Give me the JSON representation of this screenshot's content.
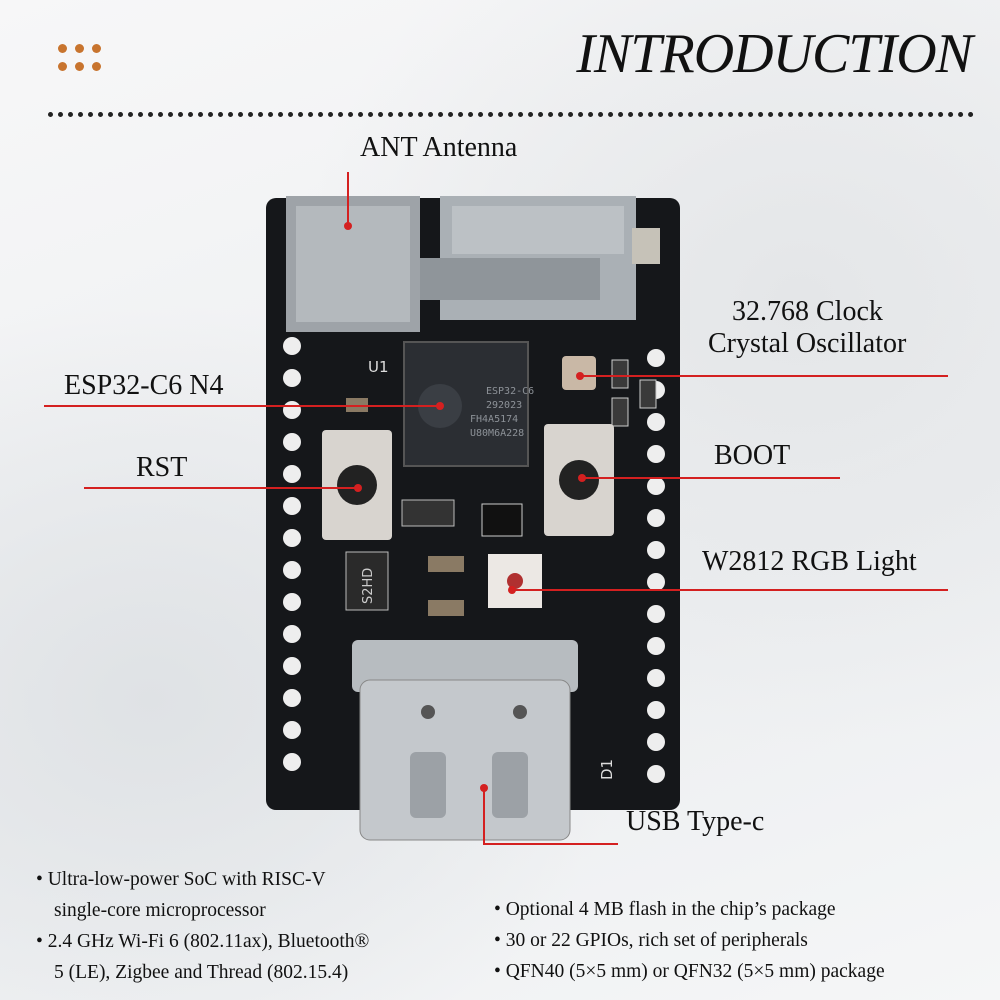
{
  "header": {
    "title": "INTRODUCTION"
  },
  "brand": {
    "accent": "#c8742e",
    "callout_line_color": "#d42020"
  },
  "labels": {
    "antenna": "ANT Antenna",
    "clock_line1": "32.768 Clock",
    "clock_line2": "Crystal Oscillator",
    "chip": "ESP32-C6 N4",
    "rst": "RST",
    "boot": "BOOT",
    "rgb": "W2812 RGB Light",
    "usb": "USB Type-c"
  },
  "board": {
    "chip_marking": [
      "ESP32-C6",
      "292023",
      "FH4A5174",
      "U80M6A228"
    ],
    "silkscreen": {
      "u1": "U1",
      "d1": "D1",
      "ldo": "S2HD"
    }
  },
  "features": {
    "left": [
      {
        "line1": "• Ultra-low-power SoC with RISC-V",
        "line2": "single-core microprocessor"
      },
      {
        "line1": "• 2.4 GHz Wi-Fi 6 (802.11ax), Bluetooth®",
        "line2": "5 (LE), Zigbee and Thread (802.15.4)"
      }
    ],
    "right": [
      "• Optional 4 MB flash in the chip’s package",
      "• 30 or 22 GPIOs, rich set of peripherals",
      "• QFN40 (5×5 mm) or QFN32 (5×5 mm) package"
    ]
  }
}
